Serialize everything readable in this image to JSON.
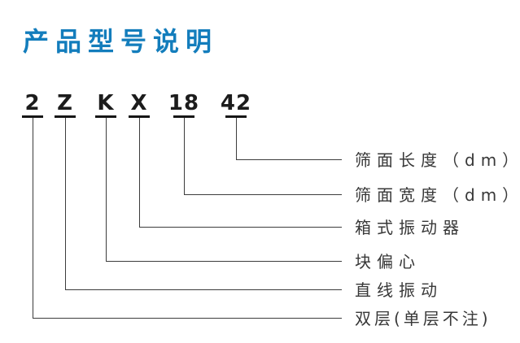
{
  "title": "产品型号说明",
  "model": {
    "segments": [
      {
        "code": "2",
        "label": "双层(单层不注)"
      },
      {
        "code": "Z",
        "label": "直线振动"
      },
      {
        "code": "K",
        "label": "块偏心"
      },
      {
        "code": "X",
        "label": "箱式振动器"
      },
      {
        "code": "18",
        "label": "筛面宽度（dm）"
      },
      {
        "code": "42",
        "label": "筛面长度（dm）"
      }
    ]
  },
  "colors": {
    "title": "#137DBC",
    "code_text": "#1C1C1C",
    "label_text": "#383838",
    "line": "#3C3C3C",
    "background": "#FFFFFF"
  }
}
